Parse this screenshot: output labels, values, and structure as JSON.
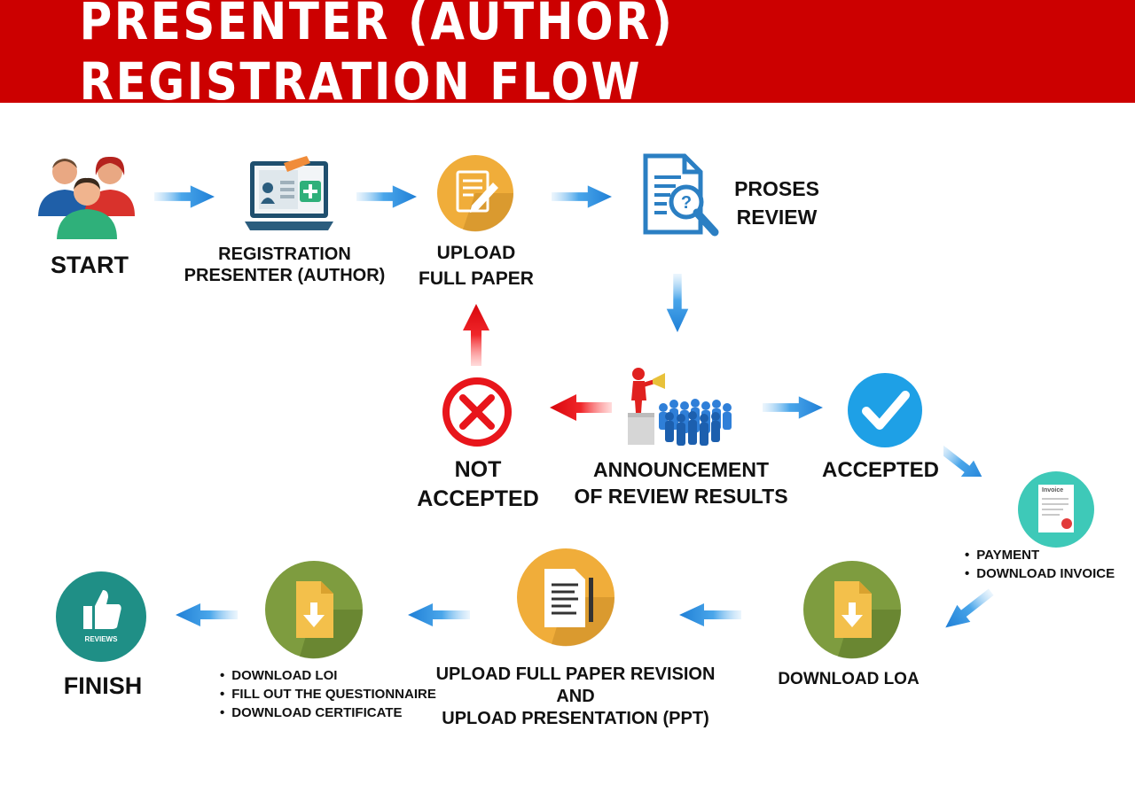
{
  "title": "PRESENTER (AUTHOR) REGISTRATION FLOW",
  "colors": {
    "banner": "#cc0000",
    "flow_arrow": "#2b8de0",
    "reject_arrow": "#e8151b",
    "accepted_circle": "#1ea0e6",
    "download_circle": "#7e9c3f",
    "upload_circle": "#f0ad3a"
  },
  "steps": {
    "start": {
      "label": "START",
      "icon": "users-group-icon"
    },
    "registration": {
      "line1": "REGISTRATION",
      "line2": "PRESENTER (AUTHOR)",
      "icon": "laptop-form-icon"
    },
    "upload": {
      "line1": "UPLOAD",
      "line2": "FULL PAPER",
      "icon": "document-pen-icon"
    },
    "review": {
      "line1": "PROSES",
      "line2": "REVIEW",
      "icon": "document-search-icon"
    },
    "announcement": {
      "line1": "ANNOUNCEMENT",
      "line2": "OF REVIEW RESULTS",
      "icon": "megaphone-crowd-icon"
    },
    "not_accepted": {
      "line1": "NOT",
      "line2": "ACCEPTED",
      "icon": "reject-x-icon"
    },
    "accepted": {
      "label": "ACCEPTED",
      "icon": "checkmark-icon"
    },
    "payment": {
      "icon": "invoice-icon",
      "invoice_word": "Invoice",
      "items": [
        "PAYMENT",
        "DOWNLOAD INVOICE"
      ]
    },
    "download_loa": {
      "label": "DOWNLOAD LOA",
      "icon": "download-file-icon"
    },
    "upload_revision": {
      "line1": "UPLOAD FULL PAPER REVISION",
      "line2": "AND",
      "line3": "UPLOAD PRESENTATION (PPT)",
      "icon": "document-text-icon"
    },
    "loi": {
      "icon": "download-file-icon",
      "items": [
        "DOWNLOAD LOI",
        "FILL OUT THE QUESTIONNAIRE",
        "DOWNLOAD CERTIFICATE"
      ]
    },
    "finish": {
      "label": "FINISH",
      "icon": "thumbs-up-icon",
      "badge": "REVIEWS"
    }
  }
}
